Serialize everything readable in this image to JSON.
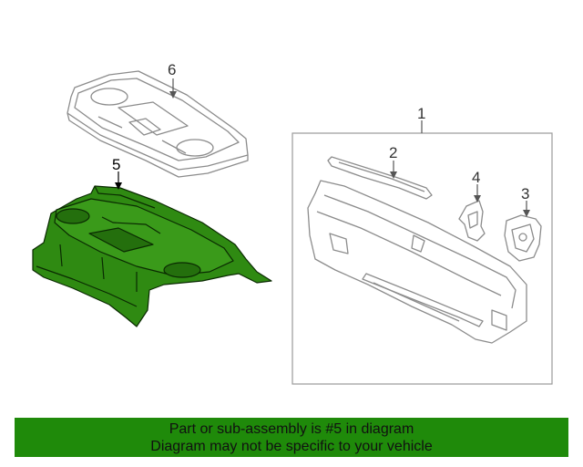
{
  "callouts": {
    "part_1": "1",
    "part_2": "2",
    "part_3": "3",
    "part_4": "4",
    "part_5": "5",
    "part_6": "6"
  },
  "banner": {
    "line1": "Part or sub-assembly is #5 in diagram",
    "line2": "Diagram may not be specific to your vehicle"
  },
  "colors": {
    "highlight_fill": "#2f8a12",
    "highlight_stroke": "#0a2a02",
    "banner_bg": "#1f8a0a",
    "line_art": "#8c8c8c"
  }
}
